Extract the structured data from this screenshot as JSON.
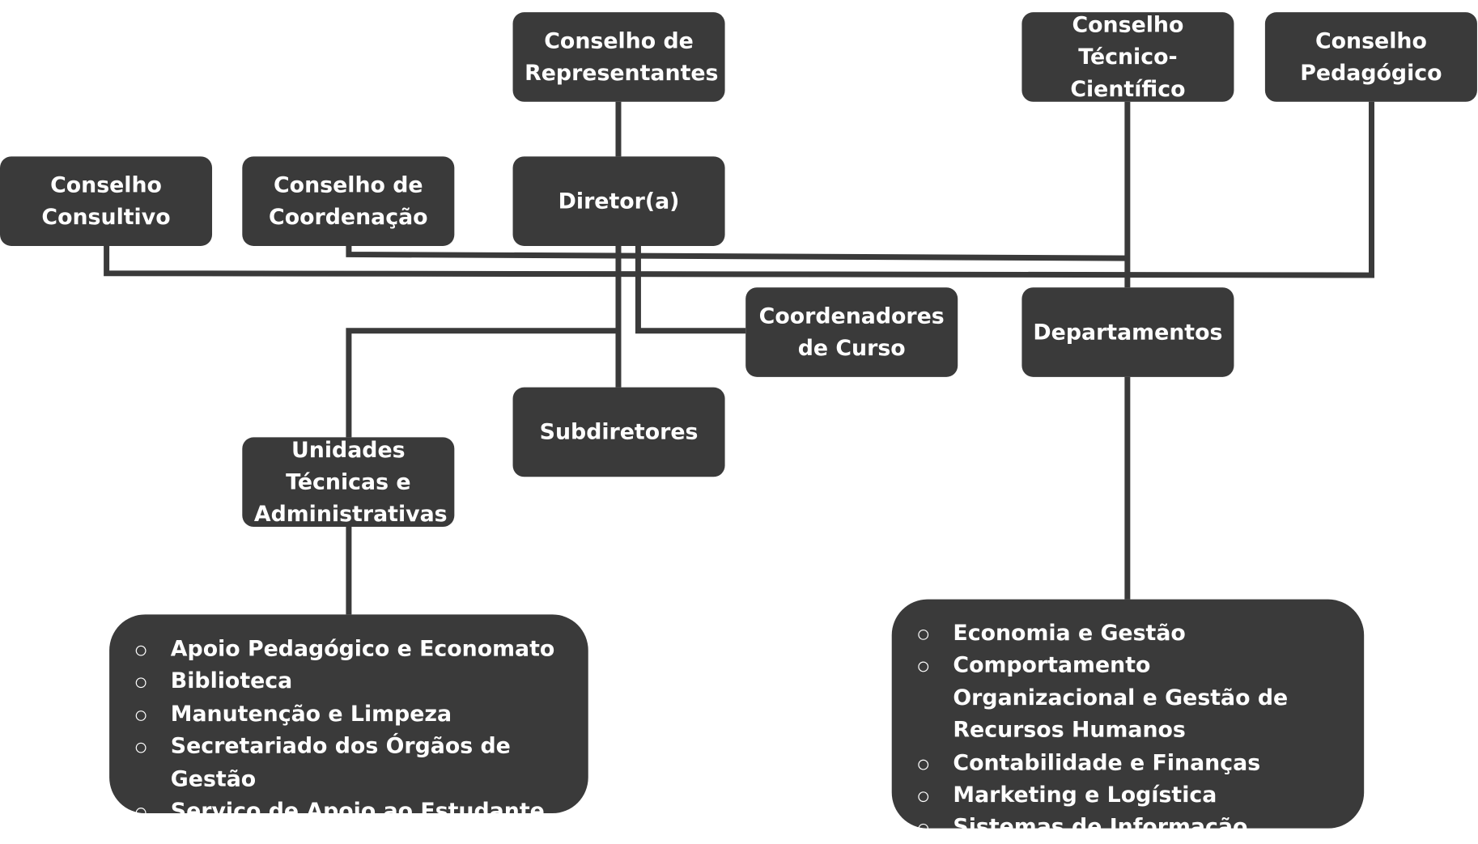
{
  "nodes": {
    "conselho_representantes": "Conselho de Representantes",
    "conselho_tecnico_cientifico": "Conselho Técnico-Científico",
    "conselho_pedagogico": "Conselho Pedagógico",
    "conselho_consultivo": "Conselho Consultivo",
    "conselho_coordenacao": "Conselho de Coordenação",
    "diretor": "Diretor(a)",
    "coordenadores_curso": "Coordenadores de Curso",
    "departamentos": "Departamentos",
    "subdiretores": "Subdiretores",
    "unidades_tecnicas": "Unidades Técnicas e Administrativas"
  },
  "unidades_list": [
    "Apoio Pedagógico e Economato",
    "Biblioteca",
    "Manutenção e Limpeza",
    "Secretariado dos Órgãos de Gestão",
    "Serviço de Apoio ao Estudante"
  ],
  "departamentos_list": [
    "Economia e Gestão",
    "Comportamento Organizacional e Gestão de Recursos Humanos",
    "Contabilidade e Finanças",
    "Marketing e Logística",
    "Sistemas de Informação"
  ],
  "colors": {
    "box_fill": "#3a3a3a",
    "connector": "#3a3a3a",
    "text": "#ffffff"
  }
}
